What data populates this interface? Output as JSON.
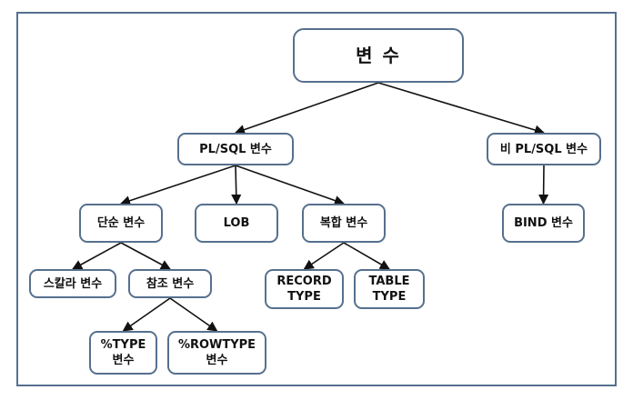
{
  "nodes": {
    "root": "변 수",
    "plsql": "PL/SQL 변수",
    "non_plsql": "비 PL/SQL 변수",
    "simple": "단순 변수",
    "lob": "LOB",
    "composite": "복합 변수",
    "bind": "BIND 변수",
    "scalar": "스칼라 변수",
    "reference": "참조 변수",
    "record_type": [
      "RECORD",
      "TYPE"
    ],
    "table_type": [
      "TABLE",
      "TYPE"
    ],
    "pct_type": [
      "%TYPE",
      "변수"
    ],
    "pct_rowtype": [
      "%ROWTYPE",
      "변수"
    ]
  },
  "edges": [
    [
      "root",
      "plsql"
    ],
    [
      "root",
      "non_plsql"
    ],
    [
      "plsql",
      "simple"
    ],
    [
      "plsql",
      "lob"
    ],
    [
      "plsql",
      "composite"
    ],
    [
      "non_plsql",
      "bind"
    ],
    [
      "simple",
      "scalar"
    ],
    [
      "simple",
      "reference"
    ],
    [
      "composite",
      "record_type"
    ],
    [
      "composite",
      "table_type"
    ],
    [
      "reference",
      "pct_type"
    ],
    [
      "reference",
      "pct_rowtype"
    ]
  ],
  "colors": {
    "border": "#56708e",
    "arrow": "#111111"
  }
}
